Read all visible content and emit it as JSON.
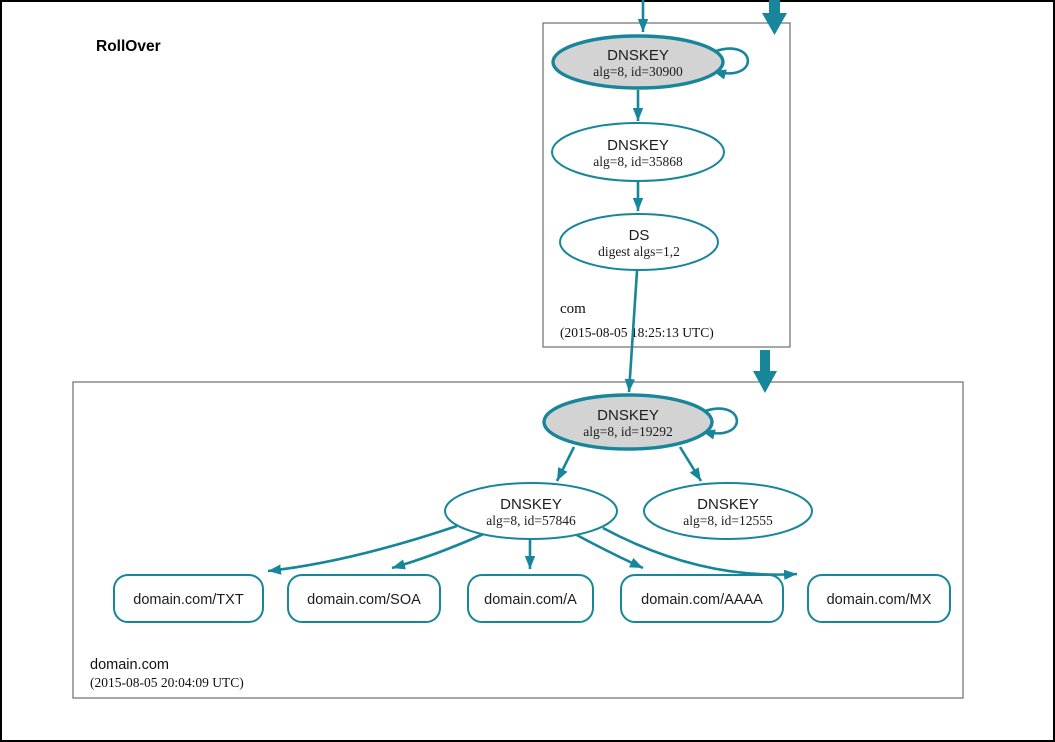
{
  "title": "RollOver",
  "colors": {
    "edge_teal": "#17869a",
    "sep_key_fill": "#d3d3d3",
    "node_fill": "#ffffff",
    "cluster_border": "#6e6e6e",
    "outer_border": "#000000",
    "text": "#1c1c1c"
  },
  "zones": [
    {
      "name": "com",
      "timestamp": "(2015-08-05 18:25:13 UTC)",
      "nodes": [
        {
          "label": "DNSKEY",
          "detail": "alg=8, id=30900",
          "sep": true
        },
        {
          "label": "DNSKEY",
          "detail": "alg=8, id=35868",
          "sep": false
        },
        {
          "label": "DS",
          "detail": "digest algs=1,2",
          "sep": false
        }
      ]
    },
    {
      "name": "domain.com",
      "timestamp": "(2015-08-05 20:04:09 UTC)",
      "nodes": [
        {
          "label": "DNSKEY",
          "detail": "alg=8, id=19292",
          "sep": true
        },
        {
          "label": "DNSKEY",
          "detail": "alg=8, id=57846",
          "sep": false
        },
        {
          "label": "DNSKEY",
          "detail": "alg=8, id=12555",
          "sep": false
        }
      ],
      "records": [
        {
          "label": "domain.com/TXT"
        },
        {
          "label": "domain.com/SOA"
        },
        {
          "label": "domain.com/A"
        },
        {
          "label": "domain.com/AAAA"
        },
        {
          "label": "domain.com/MX"
        }
      ]
    }
  ],
  "edges": [
    {
      "from": "parent-zone-above",
      "to": "com DNSKEY id=30900"
    },
    {
      "from": "com DNSKEY id=30900",
      "to": "com DNSKEY id=30900 (self-sign)"
    },
    {
      "from": "com DNSKEY id=30900",
      "to": "com DNSKEY id=35868"
    },
    {
      "from": "com DNSKEY id=35868",
      "to": "com DS digest algs=1,2"
    },
    {
      "from": "com DS digest algs=1,2",
      "to": "domain.com DNSKEY id=19292"
    },
    {
      "from": "domain.com DNSKEY id=19292",
      "to": "domain.com DNSKEY id=19292 (self-sign)"
    },
    {
      "from": "domain.com DNSKEY id=19292",
      "to": "domain.com DNSKEY id=57846"
    },
    {
      "from": "domain.com DNSKEY id=19292",
      "to": "domain.com DNSKEY id=12555"
    },
    {
      "from": "domain.com DNSKEY id=57846",
      "to": "domain.com/TXT"
    },
    {
      "from": "domain.com DNSKEY id=57846",
      "to": "domain.com/SOA"
    },
    {
      "from": "domain.com DNSKEY id=57846",
      "to": "domain.com/A"
    },
    {
      "from": "domain.com DNSKEY id=57846",
      "to": "domain.com/AAAA"
    },
    {
      "from": "domain.com DNSKEY id=57846",
      "to": "domain.com/MX"
    }
  ]
}
